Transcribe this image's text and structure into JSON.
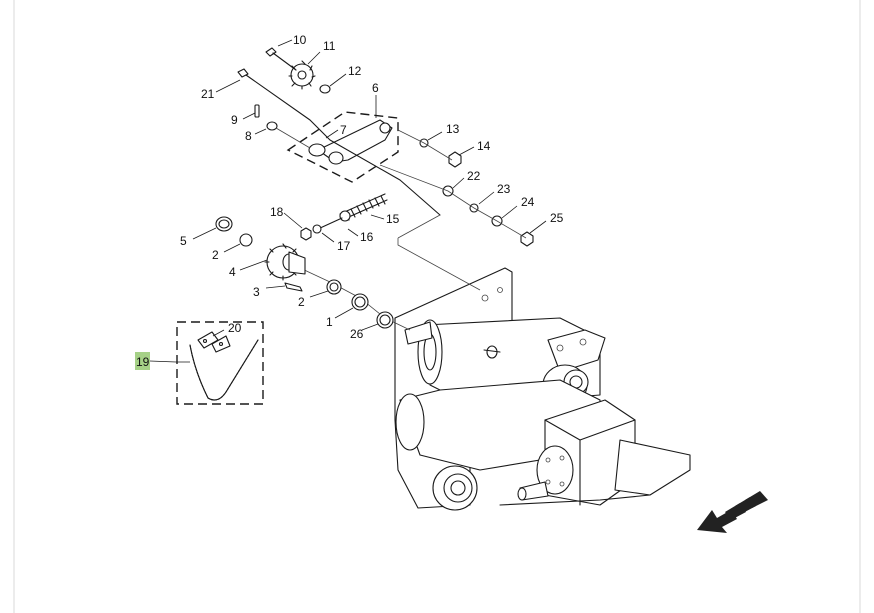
{
  "diagram": {
    "callouts": {
      "c1": "1",
      "c2a": "2",
      "c2b": "2",
      "c3": "3",
      "c4": "4",
      "c5": "5",
      "c6": "6",
      "c7": "7",
      "c8": "8",
      "c9": "9",
      "c10": "10",
      "c11": "11",
      "c12": "12",
      "c13": "13",
      "c14": "14",
      "c15": "15",
      "c16": "16",
      "c17": "17",
      "c18": "18",
      "c19": "19",
      "c20": "20",
      "c21": "21",
      "c22": "22",
      "c23": "23",
      "c24": "24",
      "c25": "25",
      "c26": "26"
    },
    "highlighted_part": "19",
    "highlight_color": "#9ccc7a",
    "direction_icon": "travel-direction-arrow-icon"
  }
}
